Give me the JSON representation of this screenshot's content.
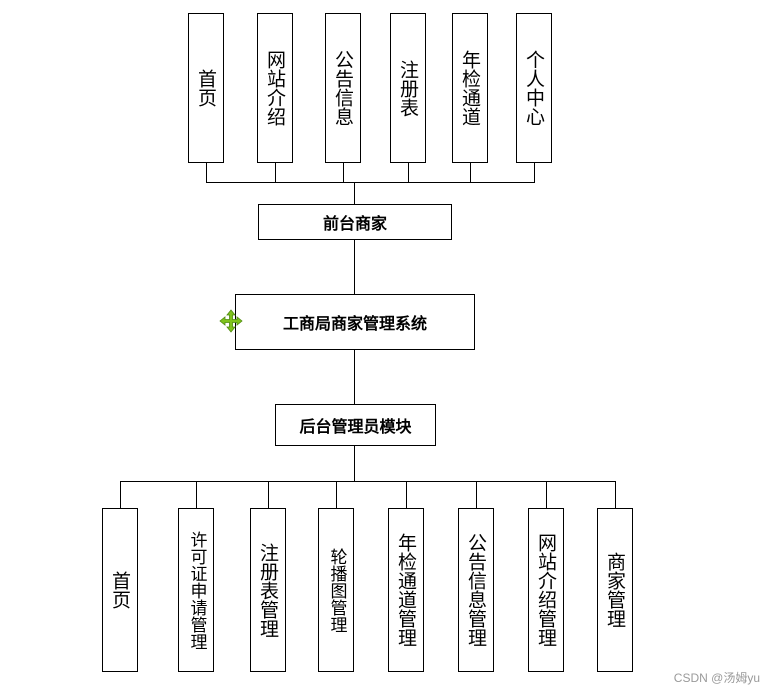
{
  "diagram": {
    "top_modules": [
      "首页",
      "网站介绍",
      "公告信息",
      "注册表",
      "年检通道",
      "个人中心"
    ],
    "front_node": "前台商家",
    "system_node": "工商局商家管理系统",
    "back_node": "后台管理员模块",
    "bottom_modules": [
      "首页",
      "许可证申请管理",
      "注册表管理",
      "轮播图管理",
      "年检通道管理",
      "公告信息管理",
      "网站介绍管理",
      "商家管理"
    ]
  },
  "watermark": "CSDN @汤姆yu",
  "icons": {
    "move": "move-arrows-icon"
  },
  "colors": {
    "line": "#000000",
    "icon": "#7fc31c",
    "watermark": "#9a9a9a"
  }
}
